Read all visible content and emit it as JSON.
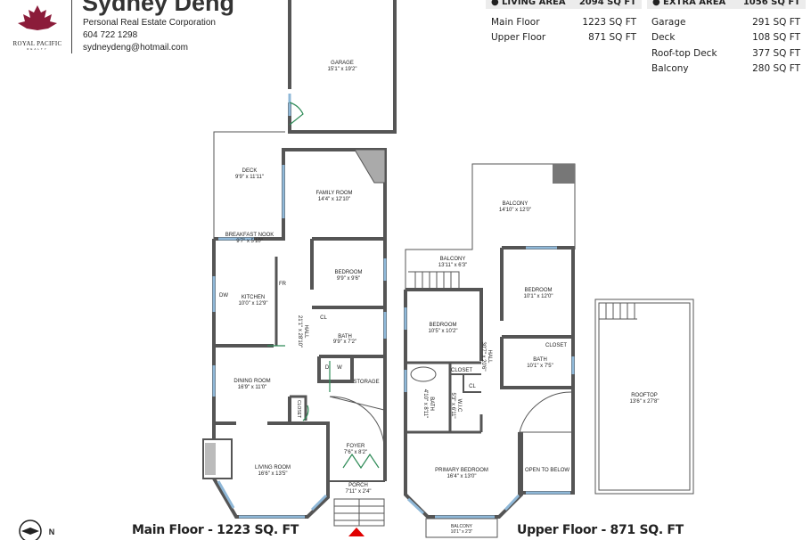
{
  "brand": {
    "logo_text": "ROYAL PACIFIC",
    "logo_sub": "REALTY",
    "logo_color": "#8b1c3a"
  },
  "agent": {
    "name": "Sydney Deng",
    "title": "Personal Real Estate Corporation",
    "phone": "604 722 1298",
    "email": "sydneydeng@hotmail.com"
  },
  "living_area": {
    "label": "LIVING AREA",
    "total": "2094 SQ FT",
    "rows": [
      {
        "name": "Main Floor",
        "value": "1223 SQ FT"
      },
      {
        "name": "Upper Floor",
        "value": "871 SQ FT"
      }
    ]
  },
  "extra_area": {
    "label": "EXTRA AREA",
    "total": "1056 SQ FT",
    "rows": [
      {
        "name": "Garage",
        "value": "291 SQ FT"
      },
      {
        "name": "Deck",
        "value": "108 SQ FT"
      },
      {
        "name": "Roof-top Deck",
        "value": "377 SQ FT"
      },
      {
        "name": "Balcony",
        "value": "280 SQ FT"
      }
    ]
  },
  "main_floor": {
    "title": "Main Floor - 1223 SQ. FT",
    "rooms": {
      "garage": {
        "name": "GARAGE",
        "dim": "15'1\" x 19'2\""
      },
      "deck": {
        "name": "DECK",
        "dim": "9'9\" x 11'11\""
      },
      "family": {
        "name": "FAMILY ROOM",
        "dim": "14'4\" x 12'10\""
      },
      "nook": {
        "name": "BREAKFAST NOOK",
        "dim": "9'7\" x 5'10\""
      },
      "kitchen": {
        "name": "KITCHEN",
        "dim": "10'0\" x 12'9\""
      },
      "bedroom": {
        "name": "BEDROOM",
        "dim": "9'9\" x 9'6\""
      },
      "bath": {
        "name": "BATH",
        "dim": "9'9\" x 7'2\""
      },
      "hall": {
        "name": "HALL",
        "dim": "21'1\" x 28'10\""
      },
      "dining": {
        "name": "DINING ROOM",
        "dim": "16'9\" x 11'0\""
      },
      "living": {
        "name": "LIVING ROOM",
        "dim": "16'6\" x 13'5\""
      },
      "foyer": {
        "name": "FOYER",
        "dim": "7'6\" x 8'2\""
      },
      "porch": {
        "name": "PORCH",
        "dim": "7'11\" x 2'4\""
      }
    },
    "fixtures": {
      "fr": "FR",
      "dw": "DW",
      "cl": "CL",
      "d": "D",
      "w": "W",
      "storage": "STORAGE",
      "closet": "CLOSET"
    }
  },
  "upper_floor": {
    "title": "Upper Floor - 871 SQ. FT",
    "rooms": {
      "balcony_large": {
        "name": "BALCONY",
        "dim": "14'10\" x 12'0\""
      },
      "balcony_mid": {
        "name": "BALCONY",
        "dim": "13'11\" x 6'3\""
      },
      "bedroom_right": {
        "name": "BEDROOM",
        "dim": "10'1\" x 12'0\""
      },
      "bedroom_left": {
        "name": "BEDROOM",
        "dim": "10'5\" x 10'2\""
      },
      "bath_main": {
        "name": "BATH",
        "dim": "10'1\" x 7'5\""
      },
      "hall": {
        "name": "HALL",
        "dim": "30'7\" x 20'6\""
      },
      "ensuite": {
        "name": "BATH",
        "dim": "4'10\" x 8'11\""
      },
      "wic": {
        "name": "W.I.C",
        "dim": "5'3\" x 6'11\""
      },
      "primary": {
        "name": "PRIMARY BEDROOM",
        "dim": "16'4\" x 13'0\""
      },
      "open": {
        "name": "OPEN TO BELOW",
        "dim": ""
      },
      "balcony_small": {
        "name": "BALCONY",
        "dim": "10'1\" x 2'3\""
      },
      "rooftop": {
        "name": "ROOFTOP",
        "dim": "13'6\" x 27'8\""
      }
    },
    "fixtures": {
      "closet1": "CLOSET",
      "closet2": "CLOSET",
      "cl": "CL"
    }
  },
  "compass": {
    "label": "N"
  },
  "colors": {
    "wall": "#555555",
    "window": "#8fb8d8",
    "door": "#2e8b57",
    "entry_marker": "#e00000"
  }
}
